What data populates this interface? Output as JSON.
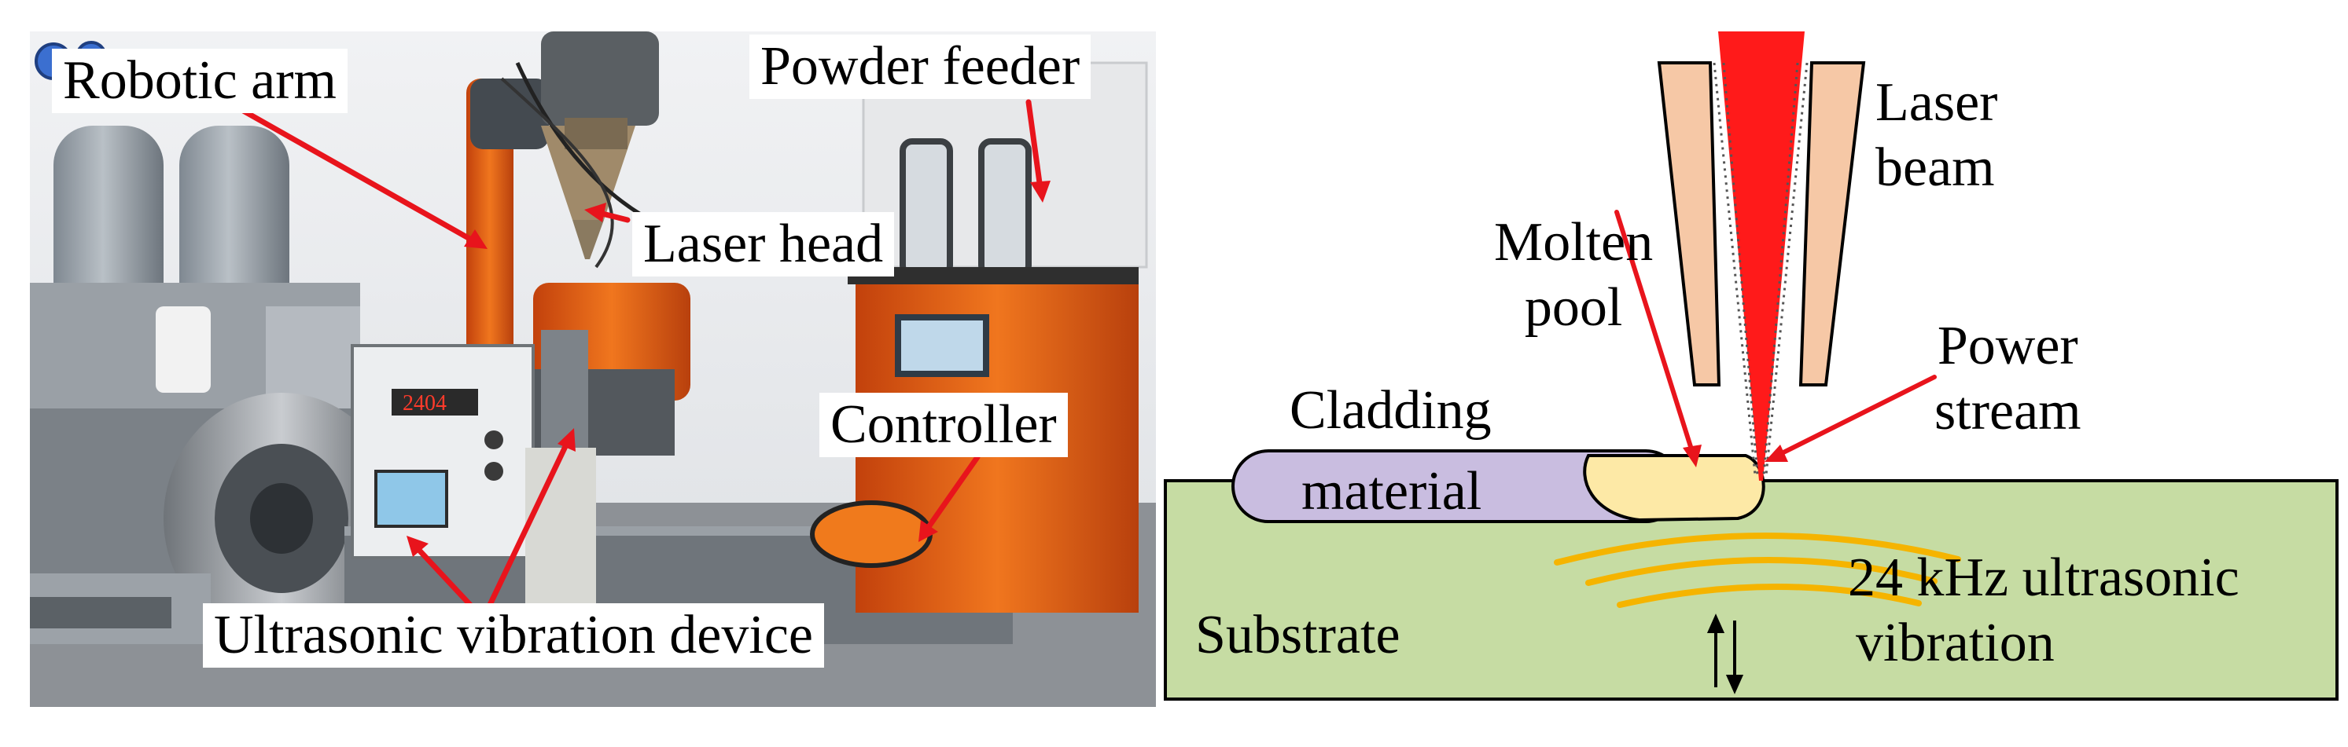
{
  "photo": {
    "labels": {
      "robotic_arm": "Robotic arm",
      "powder_feeder": "Powder feeder",
      "laser_head": "Laser head",
      "controller": "Controller",
      "ultrasonic_device": "Ultrasonic vibration device"
    },
    "display_reading": "2404"
  },
  "schematic": {
    "laser_beam": [
      "Laser",
      "beam"
    ],
    "molten_pool": [
      "Molten",
      "pool"
    ],
    "power_stream": [
      "Power",
      "stream"
    ],
    "cladding_top": "Cladding",
    "cladding_bottom": "material",
    "substrate": "Substrate",
    "ultrasonic": [
      "24 kHz ultrasonic",
      "vibration"
    ]
  },
  "colors": {
    "arrow": "#e8141c",
    "laser": "#ff1a1a",
    "nozzle": "#f6c8a6",
    "substrate": "#c6dca3",
    "cladding": "#c9bde0",
    "pool": "#fde9a6",
    "wave": "#f5b400"
  }
}
